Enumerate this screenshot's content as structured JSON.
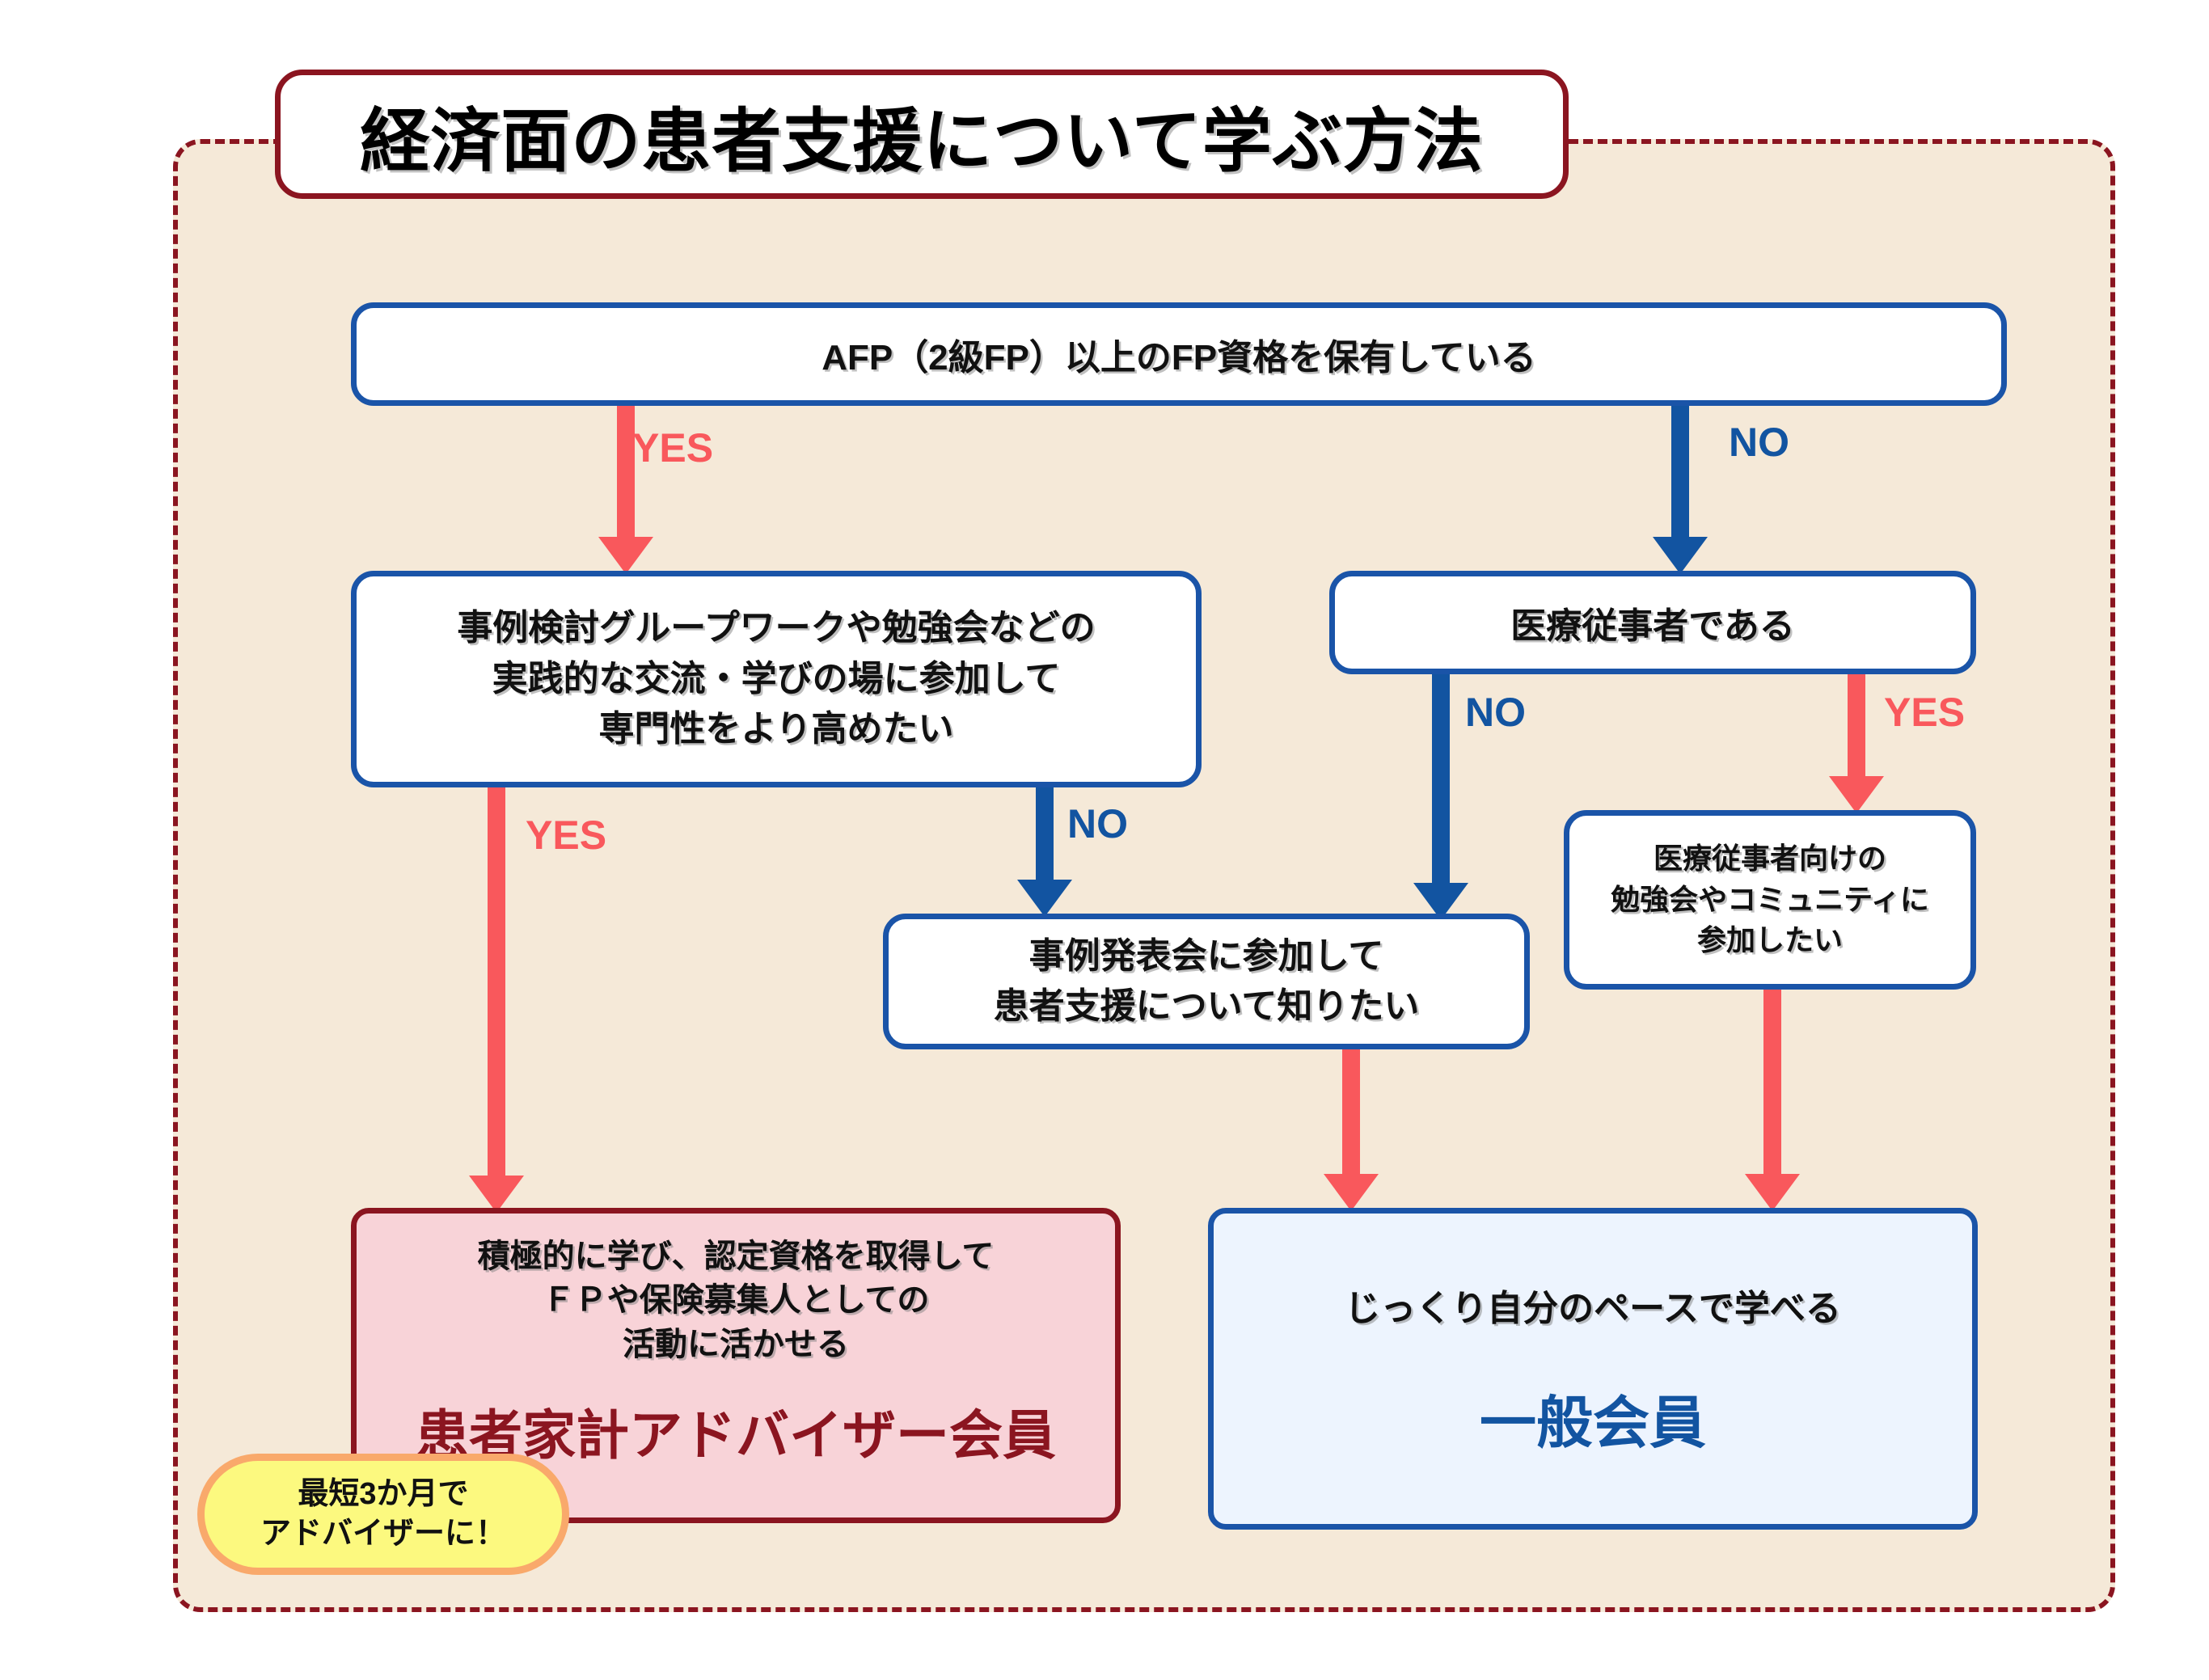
{
  "title": "経済面の患者支援について学ぶ方法",
  "colors": {
    "panel_background": "#F5E9D8",
    "panel_border": "#8B1520",
    "title_border": "#8B1520",
    "question_border": "#1A54A8",
    "yes_accent": "#F9585C",
    "no_accent": "#1254A1",
    "adviser_fill": "#F8D3D8",
    "adviser_accent": "#8B1520",
    "general_fill": "#EDF4FE",
    "general_accent": "#1254A1",
    "badge_fill": "#FCF97F",
    "badge_border": "#F9A96B"
  },
  "nodes": {
    "top_question": {
      "lines": [
        "AFP（2級FP）以上のFP資格を保有している"
      ]
    },
    "left_question": {
      "lines": [
        "事例検討グループワークや勉強会などの",
        "実践的な交流・学びの場に参加して",
        "専門性をより高めたい"
      ]
    },
    "right_question": {
      "lines": [
        "医療従事者である"
      ]
    },
    "mid_question": {
      "lines": [
        "事例発表会に参加して",
        "患者支援について知りたい"
      ]
    },
    "med_community": {
      "lines": [
        "医療従事者向けの",
        "勉強会やコミュニティに",
        "参加したい"
      ]
    },
    "result_adviser": {
      "lines": [
        "積極的に学び、認定資格を取得して",
        "ＦＰや保険募集人としての",
        "活動に活かせる"
      ],
      "headline": "患者家計アドバイザー会員"
    },
    "result_general": {
      "lines": [
        "じっくり自分のペースで学べる"
      ],
      "headline": "一般会員"
    },
    "badge": {
      "lines": [
        "最短3か月で",
        "アドバイザーに！"
      ]
    }
  },
  "edges": {
    "top_to_left": "YES",
    "top_to_right": "NO",
    "left_to_adviser": "YES",
    "left_to_mid": "NO",
    "right_to_general": "NO",
    "right_to_medcommunity": "YES"
  }
}
